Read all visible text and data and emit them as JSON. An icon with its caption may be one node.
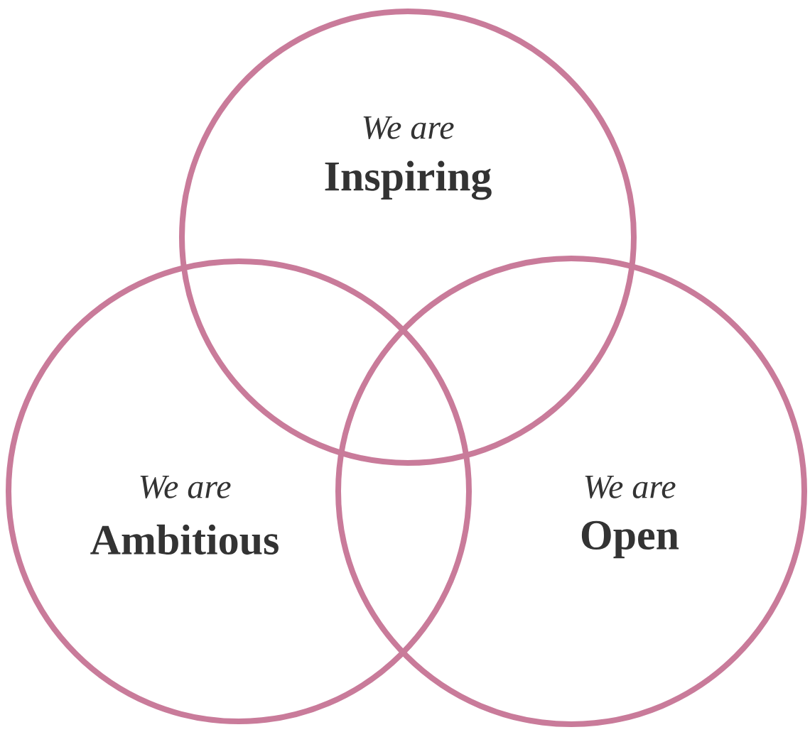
{
  "diagram": {
    "nodes": [
      {
        "text": [
          "We are",
          "Inspiring"
        ]
      },
      {
        "text": [
          "We are",
          "Ambitious"
        ]
      },
      {
        "text": [
          "We are",
          "Open"
        ]
      }
    ]
  }
}
